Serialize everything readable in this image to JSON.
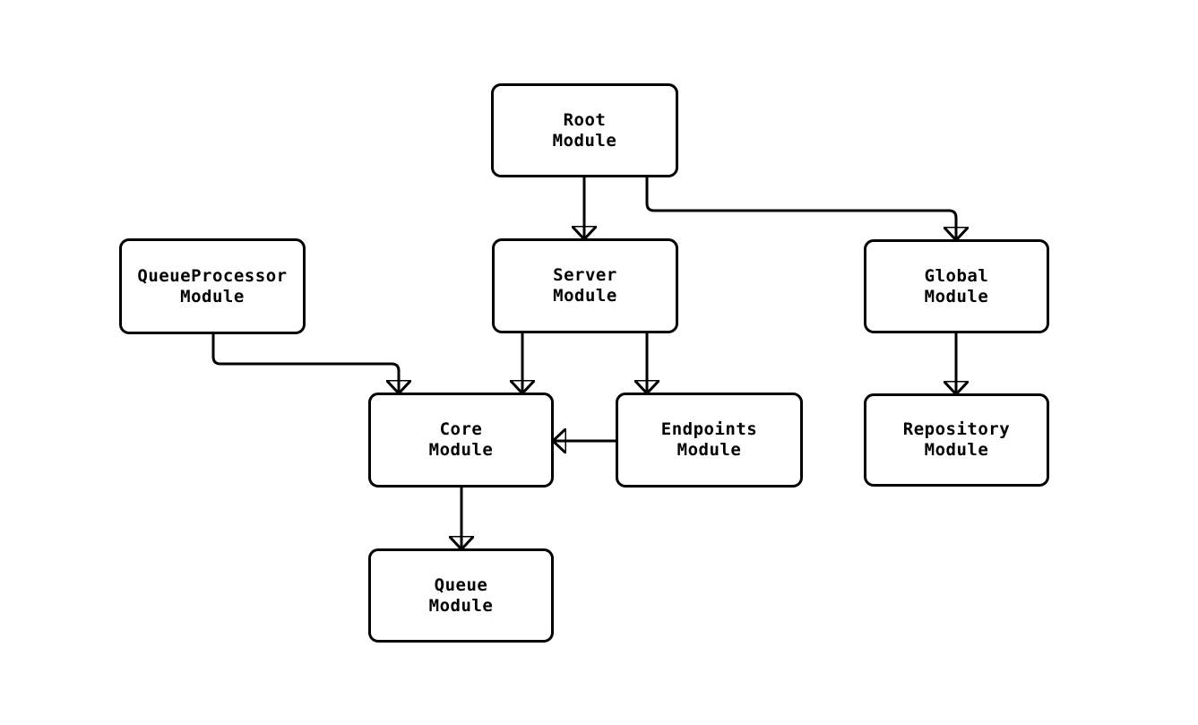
{
  "diagram": {
    "type": "module-dependency-flowchart",
    "background_color": "#ffffff",
    "line_color": "#000000",
    "node_fill": "#ffffff",
    "nodes": [
      {
        "id": "root",
        "line1": "Root",
        "line2": "Module"
      },
      {
        "id": "queueprocessor",
        "line1": "QueueProcessor",
        "line2": "Module"
      },
      {
        "id": "server",
        "line1": "Server",
        "line2": "Module"
      },
      {
        "id": "global",
        "line1": "Global",
        "line2": "Module"
      },
      {
        "id": "core",
        "line1": "Core",
        "line2": "Module"
      },
      {
        "id": "endpoints",
        "line1": "Endpoints",
        "line2": "Module"
      },
      {
        "id": "repository",
        "line1": "Repository",
        "line2": "Module"
      },
      {
        "id": "queue",
        "line1": "Queue",
        "line2": "Module"
      }
    ],
    "edges": [
      {
        "from": "Root Module",
        "to": "Server Module"
      },
      {
        "from": "Root Module",
        "to": "Global Module"
      },
      {
        "from": "QueueProcessor Module",
        "to": "Core Module"
      },
      {
        "from": "Server Module",
        "to": "Core Module"
      },
      {
        "from": "Server Module",
        "to": "Endpoints Module"
      },
      {
        "from": "Endpoints Module",
        "to": "Core Module"
      },
      {
        "from": "Global Module",
        "to": "Repository Module"
      },
      {
        "from": "Core Module",
        "to": "Queue Module"
      }
    ]
  }
}
